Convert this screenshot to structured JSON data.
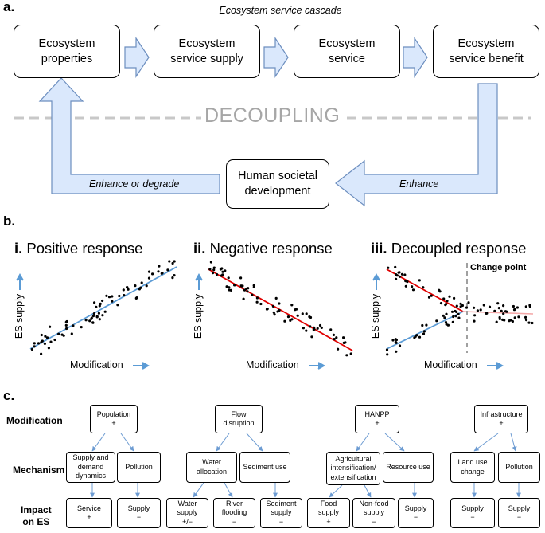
{
  "panel_a": {
    "letter": "a.",
    "cascade_title": "Ecosystem service cascade",
    "boxes": [
      "Ecosystem\nproperties",
      "Ecosystem\nservice supply",
      "Ecosystem\nservice",
      "Ecosystem\nservice benefit"
    ],
    "decoupling": "DECOUPLING",
    "human_box": "Human societal\ndevelopment",
    "enhance_or_degrade": "Enhance or degrade",
    "enhance": "Enhance",
    "colors": {
      "arrow_fill": "#dae8fc",
      "arrow_stroke": "#6c8ebf",
      "dash": "#c8c8c8"
    }
  },
  "panel_b": {
    "letter": "b.",
    "charts": [
      {
        "numeral": "i.",
        "title": "Positive response",
        "ylabel": "ES supply",
        "xlabel": "Modification"
      },
      {
        "numeral": "ii.",
        "title": "Negative response",
        "ylabel": "ES supply",
        "xlabel": "Modification"
      },
      {
        "numeral": "iii.",
        "title": "Decoupled response",
        "ylabel": "ES supply",
        "xlabel": "Modification",
        "annotation": "Change point"
      }
    ],
    "colors": {
      "blue": "#5b9bd5",
      "red": "#e00000",
      "pink": "#f4a7a7",
      "dash": "#a0a0a0"
    }
  },
  "panel_c": {
    "letter": "c.",
    "row_labels": {
      "modification": "Modification",
      "mechanism": "Mechanism",
      "impact": "Impact\non ES"
    },
    "trees": [
      {
        "top": "Population\n+",
        "mechanisms": [
          "Supply and\ndemand\ndynamics",
          "Pollution"
        ],
        "impacts": [
          "Service\n+",
          "Supply\n−"
        ]
      },
      {
        "top": "Flow\ndisruption",
        "mechanisms": [
          "Water\nallocation",
          "Sediment use"
        ],
        "impacts": [
          "Water\nsupply\n+/−",
          "River\nflooding\n−",
          "Sediment\nsupply\n−"
        ]
      },
      {
        "top": "HANPP\n+",
        "mechanisms": [
          "Agricultural\nintensification/\nextensification",
          "Resource use"
        ],
        "impacts": [
          "Food\nsupply\n+",
          "Non-food\nsupply\n−",
          "Supply\n−"
        ]
      },
      {
        "top": "Infrastructure\n+",
        "mechanisms": [
          "Land use\nchange",
          "Pollution"
        ],
        "impacts": [
          "Supply\n−",
          "Supply\n−"
        ]
      }
    ]
  }
}
